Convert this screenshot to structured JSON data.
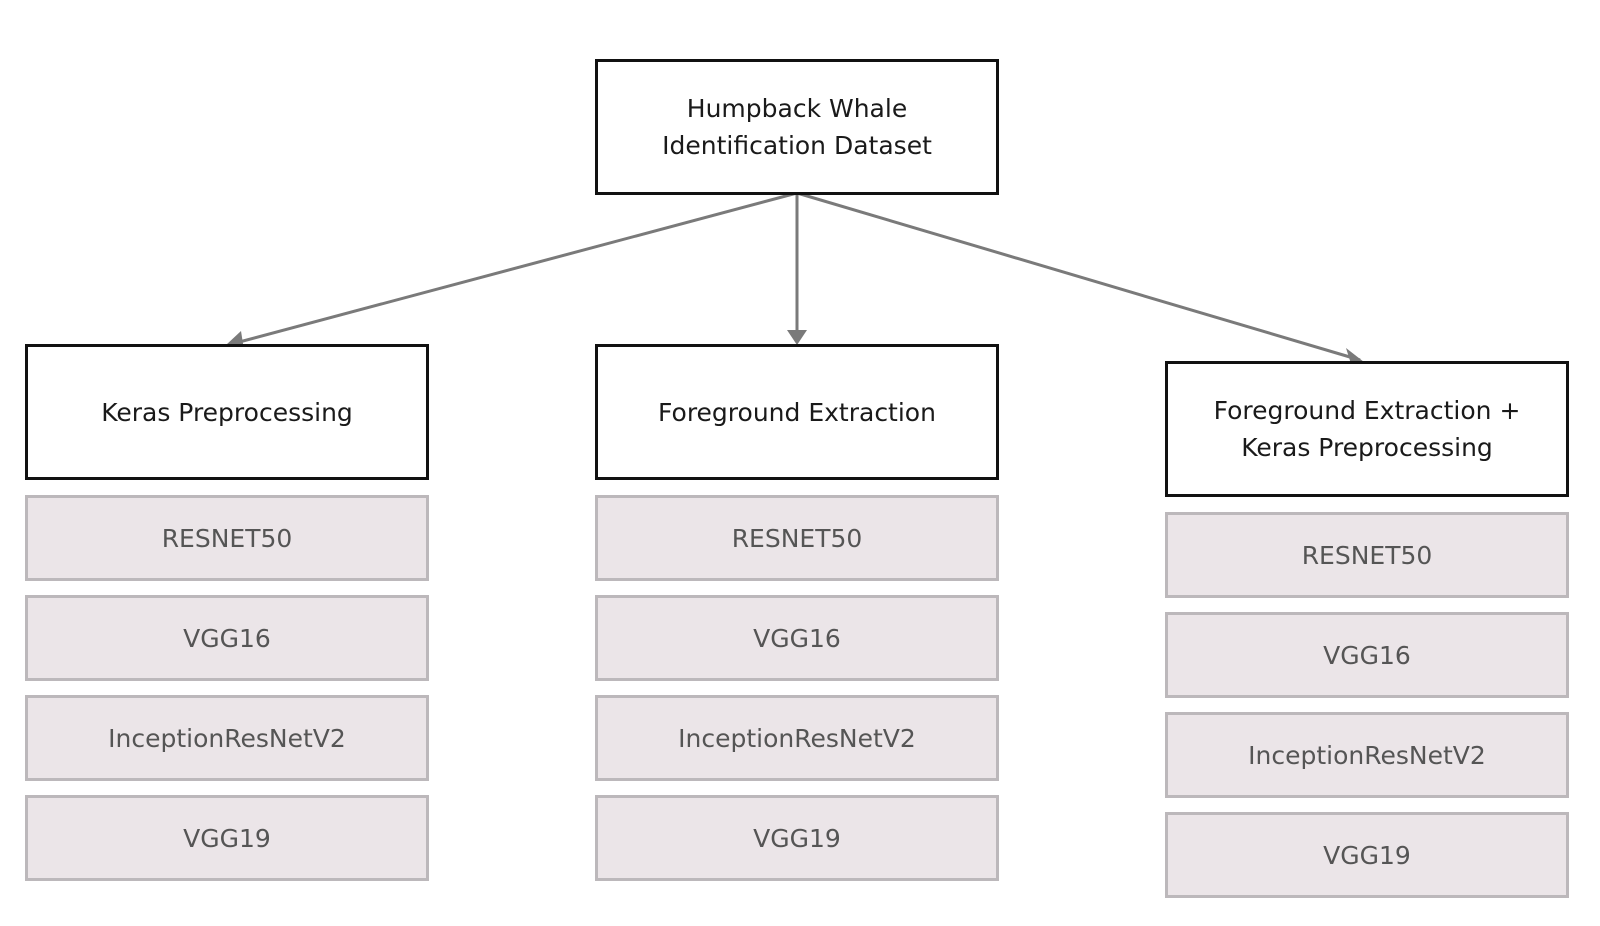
{
  "root": {
    "label": "Humpback Whale\nIdentification Dataset"
  },
  "branches": [
    {
      "label": "Keras Preprocessing",
      "models": [
        "RESNET50",
        "VGG16",
        "InceptionResNetV2",
        "VGG19"
      ]
    },
    {
      "label": "Foreground Extraction",
      "models": [
        "RESNET50",
        "VGG16",
        "InceptionResNetV2",
        "VGG19"
      ]
    },
    {
      "label": "Foreground Extraction +\nKeras Preprocessing",
      "models": [
        "RESNET50",
        "VGG16",
        "InceptionResNetV2",
        "VGG19"
      ]
    }
  ],
  "colors": {
    "arrow": "#7a7a7a",
    "node_border": "#111111",
    "model_fill": "#ebe5e8",
    "model_border": "#bcb8bb",
    "model_text": "#555555"
  }
}
